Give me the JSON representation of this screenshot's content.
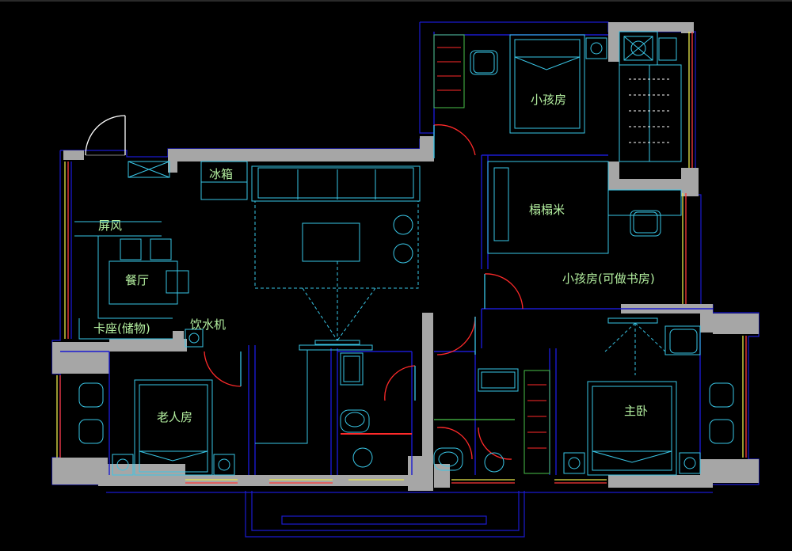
{
  "colors": {
    "background": "#000000",
    "wall": "#a6a6a6",
    "outline": "#1a1ad0",
    "furniture": "#39c6e6",
    "door": "#ff2a2a",
    "label": "#b4f0a0",
    "window_yellow": "#e6e64a",
    "window_red": "#ff3a3a",
    "wardrobe_frame": "#4ac24a"
  },
  "rooms": {
    "small_kids_room": "小孩房",
    "tatami": "榻榻米",
    "kids_room_study": "小孩房(可做书房)",
    "master_bedroom": "主卧",
    "elderly_room": "老人房",
    "dining": "餐厅",
    "screen": "屏风",
    "booth_storage": "卡座(储物)",
    "water_dispenser": "饮水机",
    "fridge": "冰箱"
  }
}
